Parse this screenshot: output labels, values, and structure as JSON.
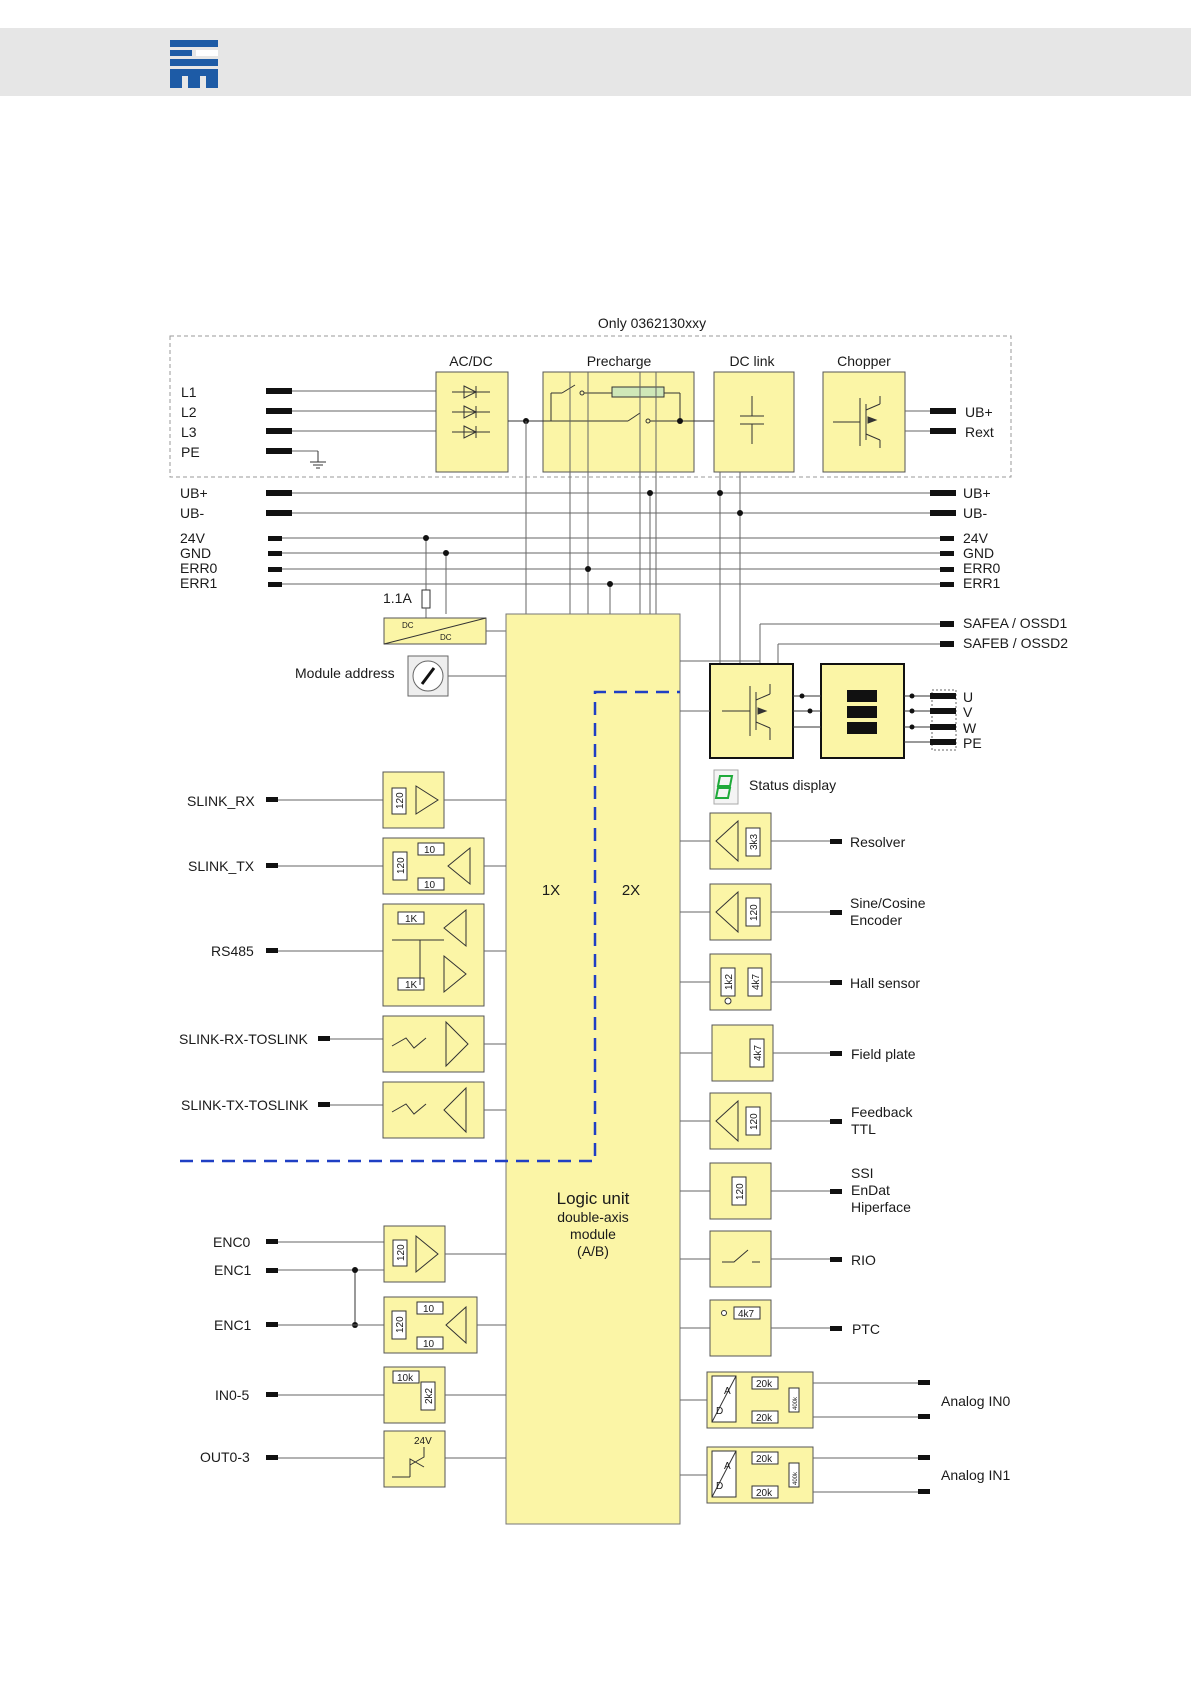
{
  "header": {
    "logo": "company-logo"
  },
  "diagram": {
    "only_label": "Only 0362130xxy",
    "blocks": {
      "acdc": "AC/DC",
      "precharge": "Precharge",
      "dclink": "DC link",
      "chopper": "Chopper"
    },
    "mains": [
      "L1",
      "L2",
      "L3",
      "PE"
    ],
    "chopper_out": [
      "UB+",
      "Rext"
    ],
    "bus_left": [
      "UB+",
      "UB-",
      "24V",
      "GND",
      "ERR0",
      "ERR1"
    ],
    "bus_right": [
      "UB+",
      "UB-",
      "24V",
      "GND",
      "ERR0",
      "ERR1"
    ],
    "fuse": "1.1A",
    "dcdc_in": "DC",
    "dcdc_out": "DC",
    "module_address": "Module address",
    "safe": [
      "SAFEA / OSSD1",
      "SAFEB / OSSD2"
    ],
    "motor": [
      "U",
      "V",
      "W",
      "PE"
    ],
    "status_display": "Status display",
    "left_ios": {
      "slink_rx": "SLINK_RX",
      "slink_tx": "SLINK_TX",
      "rs485": "RS485",
      "rx_toslink": "SLINK-RX-TOSLINK",
      "tx_toslink": "SLINK-TX-TOSLINK",
      "enc0": "ENC0",
      "enc1a": "ENC1",
      "enc1b": "ENC1",
      "in05": "IN0-5",
      "out03": "OUT0-3"
    },
    "axis1": "1X",
    "axis2": "2X",
    "logic": {
      "title": "Logic unit",
      "line1": "double-axis",
      "line2": "module",
      "line3": "(A/B)"
    },
    "right_ios": {
      "resolver": "Resolver",
      "sincos1": "Sine/Cosine",
      "sincos2": "Encoder",
      "hall": "Hall sensor",
      "field": "Field plate",
      "fb1": "Feedback",
      "fb2": "TTL",
      "ssi1": "SSI",
      "ssi2": "EnDat",
      "ssi3": "Hiperface",
      "rio": "RIO",
      "ptc": "PTC",
      "ain0": "Analog IN0",
      "ain1": "Analog IN1"
    },
    "resistors": {
      "r120": "120",
      "r10": "10",
      "r1k": "1K",
      "r3k3": "3k3",
      "r1k2": "1k2",
      "r4k7": "4k7",
      "r10k": "10k",
      "r2k2": "2k2",
      "r20k": "20k",
      "r400k": "400k",
      "v24": "24V",
      "adA": "A",
      "adD": "D"
    }
  }
}
